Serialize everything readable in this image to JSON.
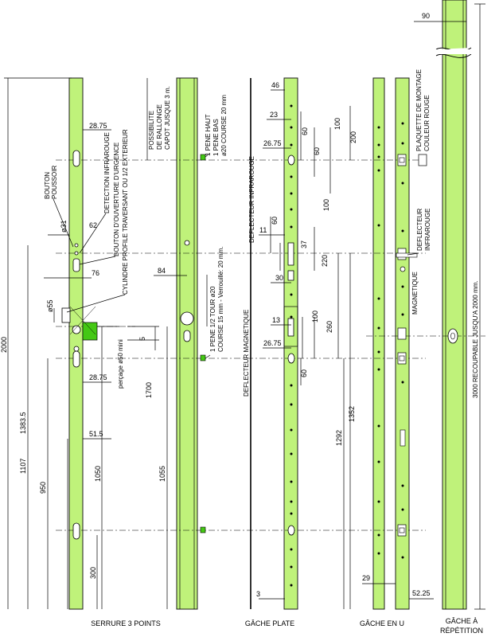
{
  "captions": {
    "serrure": "SERRURE 3 POINTS",
    "gache_plate": "GÂCHE PLATE",
    "gache_u": "GÂCHE EN U",
    "gache_rep_1": "GÂCHE À",
    "gache_rep_2": "RÉPÉTITION"
  },
  "serrure_labels": {
    "bouton_1": "BOUTON",
    "bouton_2": "POUSSOIR",
    "detection": "DETECTION INFRAROUGE",
    "ouverture": "BOUTON D'OUVERTURE D'URGENCE",
    "cylindre": "CYLINDRE PROFILE TRAVERSANT OU 1/2 EXTERIEUR",
    "percage": "perçage ø50 mini"
  },
  "serrure_dims": {
    "d2875a": "28.75",
    "d62": "62",
    "dphi31": "ø31",
    "d76": "76",
    "dphi55": "ø55",
    "d5": "5",
    "d2875b": "28.75",
    "d515": "51.5",
    "d2000": "2000",
    "d13835": "1383.5",
    "d1107": "1107",
    "d950": "950",
    "d1050": "1050",
    "d300": "300"
  },
  "rallonge_labels": {
    "possib_1": "POSSIBILITE",
    "possib_2": "DE RALLONGE",
    "possib_3": "CAPOT JUSQUE 3 m.",
    "pene_1": "1 PENE HAUT",
    "pene_2": "1 PENE BAS",
    "pene_3": "ø20 COURSE 20 mm",
    "tour_1": "1 PENE 1/2 TOUR  ø20",
    "tour_2": "COURSE 15 mm  -  Verrouillé: 20 mm.",
    "d84": "84",
    "d1700": "1700",
    "d1055": "1055"
  },
  "plate_labels": {
    "def_ir": "DEFLECTEUR  INFRAROUGE",
    "def_mag": "DEFLECTEUR  MAGNETIQUE",
    "d46": "46",
    "d23": "23",
    "d60a": "60",
    "d100a": "100",
    "d200": "200",
    "d2675a": "26.75",
    "d60b": "60",
    "d100b": "100",
    "d11": "11",
    "d60c": "60",
    "d37": "37",
    "d220": "220",
    "d30": "30",
    "d13": "13",
    "d100c": "100",
    "d260": "260",
    "d2675b": "26.75",
    "d60d": "60",
    "d1352": "1352",
    "d1292": "1292",
    "d3": "3"
  },
  "u_labels": {
    "plaquette_1": "PLAQUETTE DE MONTAGE",
    "plaquette_2": "COULEUR ROUGE",
    "def_1": "DEFLECTEUR",
    "def_2": "INFRAROUGE",
    "magnetique": "MAGNETIQUE",
    "d29": "29",
    "d5225": "52.25"
  },
  "rep_labels": {
    "d90": "90",
    "d3000": "3000 RECOUPABLE JUSQU'A 2000 mm."
  }
}
